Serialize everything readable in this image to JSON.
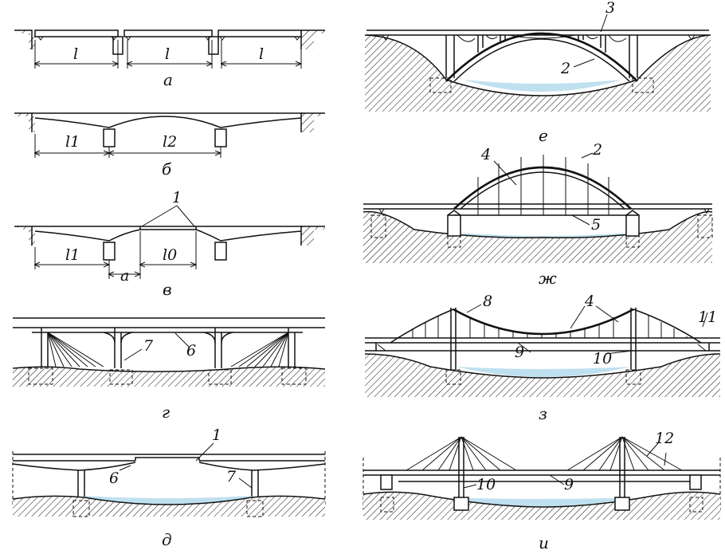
{
  "colors": {
    "ink": "#111111",
    "water": "#bfe0ef",
    "hatch": "#111111"
  },
  "panels": {
    "a": {
      "caption": "а",
      "span_labels": [
        "l",
        "l",
        "l"
      ]
    },
    "b": {
      "caption": "б",
      "span_labels": [
        "l1",
        "l2"
      ]
    },
    "v": {
      "caption": "в",
      "span_labels": [
        "l1",
        "l0"
      ],
      "gap_label": "a",
      "callout": "1"
    },
    "g": {
      "caption": "г",
      "callouts": [
        "7",
        "6"
      ]
    },
    "d": {
      "caption": "д",
      "callouts": [
        "1",
        "6",
        "7"
      ]
    },
    "e": {
      "caption": "е",
      "callouts": [
        "3",
        "2"
      ]
    },
    "zh": {
      "caption": "ж",
      "callouts": [
        "4",
        "2",
        "5"
      ]
    },
    "z": {
      "caption": "з",
      "callouts": [
        "8",
        "4",
        "11",
        "9",
        "10"
      ]
    },
    "i": {
      "caption": "и",
      "callouts": [
        "12",
        "10",
        "9"
      ]
    }
  }
}
